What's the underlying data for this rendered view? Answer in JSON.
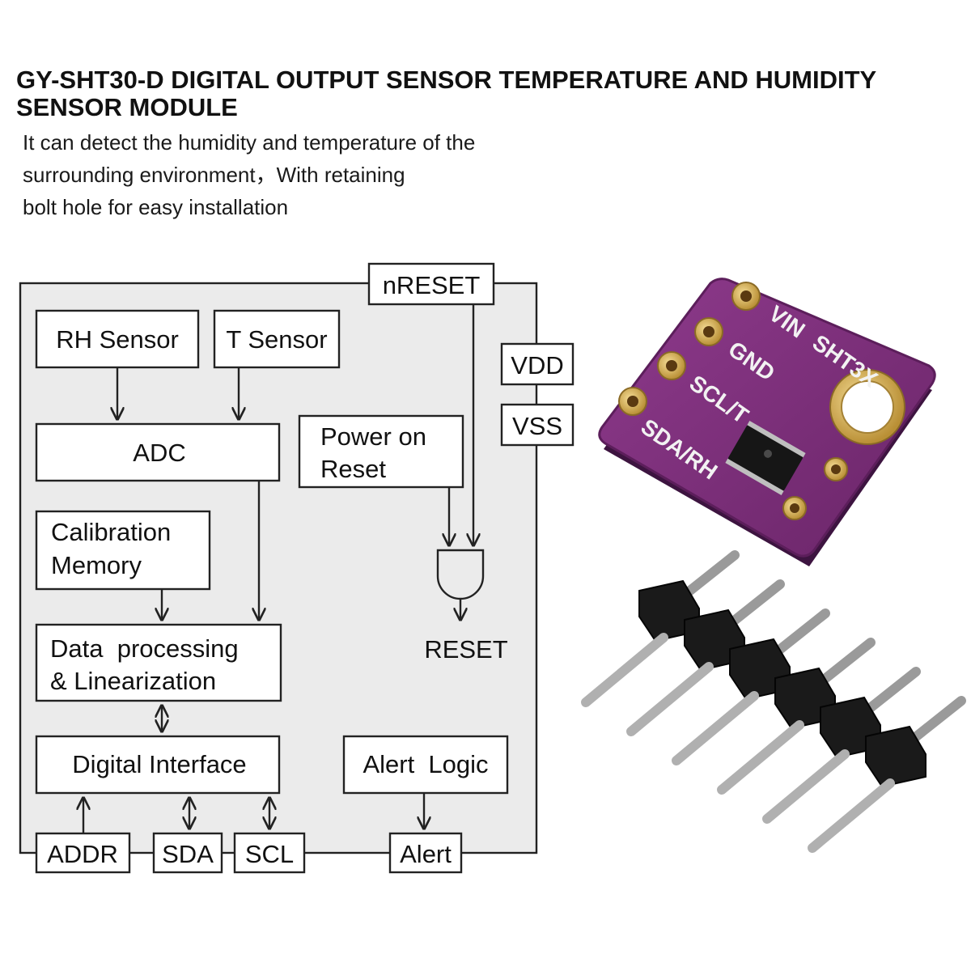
{
  "title": "GY-SHT30-D DIGITAL OUTPUT SENSOR TEMPERATURE AND HUMIDITY SENSOR MODULE",
  "description": [
    "It can detect the humidity and temperature of the",
    "surrounding environment，With retaining",
    "bolt hole for easy installation"
  ],
  "diagram": {
    "blocks": {
      "rh_sensor": "RH Sensor",
      "t_sensor": "T Sensor",
      "adc": "ADC",
      "power_on_reset": [
        "Power on",
        "Reset"
      ],
      "calibration_memory": [
        "Calibration",
        "Memory"
      ],
      "data_processing": [
        "Data  processing",
        "& Linearization"
      ],
      "digital_interface": "Digital Interface",
      "alert_logic": "Alert  Logic"
    },
    "pins": {
      "nreset": "nRESET",
      "vdd": "VDD",
      "vss": "VSS",
      "addr": "ADDR",
      "sda": "SDA",
      "scl": "SCL",
      "alert": "Alert"
    },
    "reset_output": "RESET"
  },
  "board": {
    "pin_labels": [
      "VIN",
      "GND",
      "SCL/T",
      "SDA/RH"
    ],
    "chip_label": "SHT3X",
    "colors": {
      "pcb": "#7a2f78",
      "pcb_edge": "#5c1e5b",
      "gold": "#d6b25a",
      "header": "#1a1a1a",
      "pin": "#c9c9c9"
    }
  },
  "colors": {
    "diagram_fill": "#ebebeb",
    "line": "#222222",
    "text": "#111111"
  }
}
